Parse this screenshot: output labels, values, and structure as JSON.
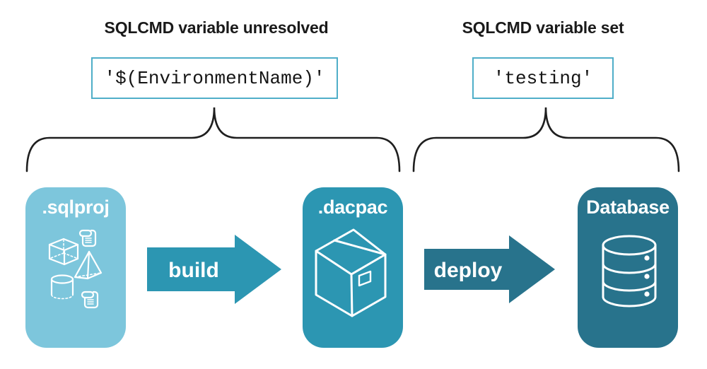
{
  "colors": {
    "bg": "#FFFFFF",
    "ink": "#1A1A1A",
    "card_light": "#7DC6DC",
    "card_mid": "#2C96B2",
    "card_dark": "#28738C",
    "box_border": "#4FAEC8",
    "icon_stroke": "#FFFFFF",
    "brace_stroke": "#1F1F1F"
  },
  "annotations": [
    {
      "title": "SQLCMD variable unresolved",
      "value": "'$(EnvironmentName)'"
    },
    {
      "title": "SQLCMD variable set",
      "value": "'testing'"
    }
  ],
  "pipeline": {
    "stages": [
      {
        "label": ".sqlproj",
        "icon": "sql-project-objects-icon"
      },
      {
        "label": ".dacpac",
        "icon": "package-box-icon"
      },
      {
        "label": "Database",
        "icon": "database-cylinder-icon"
      }
    ],
    "arrows": [
      {
        "label": "build"
      },
      {
        "label": "deploy"
      }
    ]
  }
}
